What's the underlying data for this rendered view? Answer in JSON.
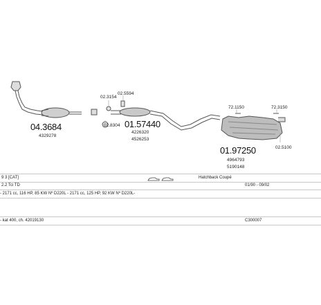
{
  "parts": {
    "p1": {
      "number": "04.3684",
      "ref": "4329278"
    },
    "p2": {
      "number": "01.57440",
      "ref1": "4226320",
      "ref2": "4526253"
    },
    "p3": {
      "number": "01.97250",
      "ref1": "4964793",
      "ref2": "5190148"
    },
    "clamps": {
      "c1": "02.3154",
      "c2": "02.5594",
      "c3": "02.8304",
      "c4": "72.1150",
      "c5": "72.3150",
      "c6": "02.5100"
    }
  },
  "table": {
    "row1": {
      "model": "9 3 [CAT]",
      "body": "Hatchback Coupé"
    },
    "row2": {
      "engine": "2.2 Tci TD",
      "years": "01/90 - 09/02"
    },
    "row3": {
      "spec": "- 2171 cc, 116 HP, 85 KW Nº D220L - 2171 cc, 125 HP, 92 KW Nº D220L-"
    },
    "row4": {
      "kit": "- kat 400, ch. 42019130",
      "code": "C300007"
    }
  },
  "colors": {
    "line": "#555555",
    "fill": "#bdbdbd",
    "grid": "#c8c8c8"
  }
}
